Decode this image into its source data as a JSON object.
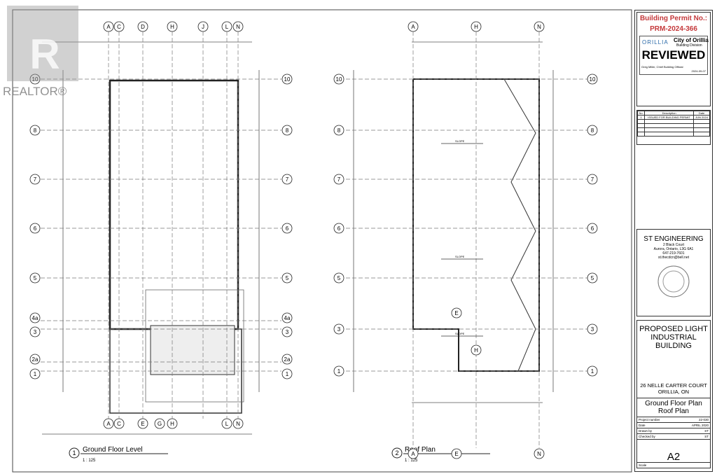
{
  "watermark": {
    "brand": "REALTOR®"
  },
  "ground_plan": {
    "columns_top": [
      "A",
      "C",
      "D",
      "H",
      "J",
      "L",
      "N"
    ],
    "columns_bottom": [
      "A",
      "C",
      "E",
      "G",
      "H",
      "L",
      "N"
    ],
    "rows": [
      "10",
      "8",
      "7",
      "6",
      "5",
      "4a",
      "3",
      "2a",
      "1"
    ],
    "view_number": "1",
    "view_title": "Ground Floor Level",
    "scale": "1 : 125"
  },
  "roof_plan": {
    "columns_top": [
      "A",
      "H",
      "N"
    ],
    "columns_bottom": [
      "A",
      "E",
      "N"
    ],
    "rows": [
      "10",
      "8",
      "7",
      "6",
      "5",
      "3",
      "1"
    ],
    "inner_labels": [
      "E",
      "H"
    ],
    "slope_label": "SLOPE",
    "view_number": "2",
    "view_title": "Roof Plan",
    "scale": "1 : 125"
  },
  "title_block": {
    "permit_label": "Building Permit No.:",
    "permit_number": "PRM-2024-366",
    "stamp": {
      "city": "City of Orillia",
      "division": "Building Division",
      "logo_text": "ORILLIA",
      "status": "REVIEWED",
      "officer": "Greg Miller, Chief Building Official",
      "date": "2024-09-07"
    },
    "revisions": {
      "headers": [
        "No.",
        "Description",
        "Date"
      ],
      "rows": [
        [
          "1",
          "ISSUED FOR BUILDING PERMIT",
          "JUN 2024"
        ]
      ]
    },
    "firm": {
      "name": "ST ENGINEERING",
      "address1": "2 Black Court",
      "address2": "Aurora, Ontario, L3G 6A1",
      "phone": "647-219-7601",
      "email": "st.thecdcn@bell.net"
    },
    "project": {
      "name": "PROPOSED LIGHT INDUSTRIAL BUILDING",
      "address1": "26 NELLE CARTER COURT",
      "address2": "ORILLIA, ON"
    },
    "sheet_title1": "Ground Floor Plan",
    "sheet_title2": "Roof Plan",
    "info": [
      {
        "label": "Project number",
        "value": "22-030"
      },
      {
        "label": "Date",
        "value": "APRIL 2020"
      },
      {
        "label": "Drawn by",
        "value": "ST"
      },
      {
        "label": "Checked by",
        "value": "ST"
      }
    ],
    "sheet_number": "A2",
    "scale_label": "Scale"
  }
}
